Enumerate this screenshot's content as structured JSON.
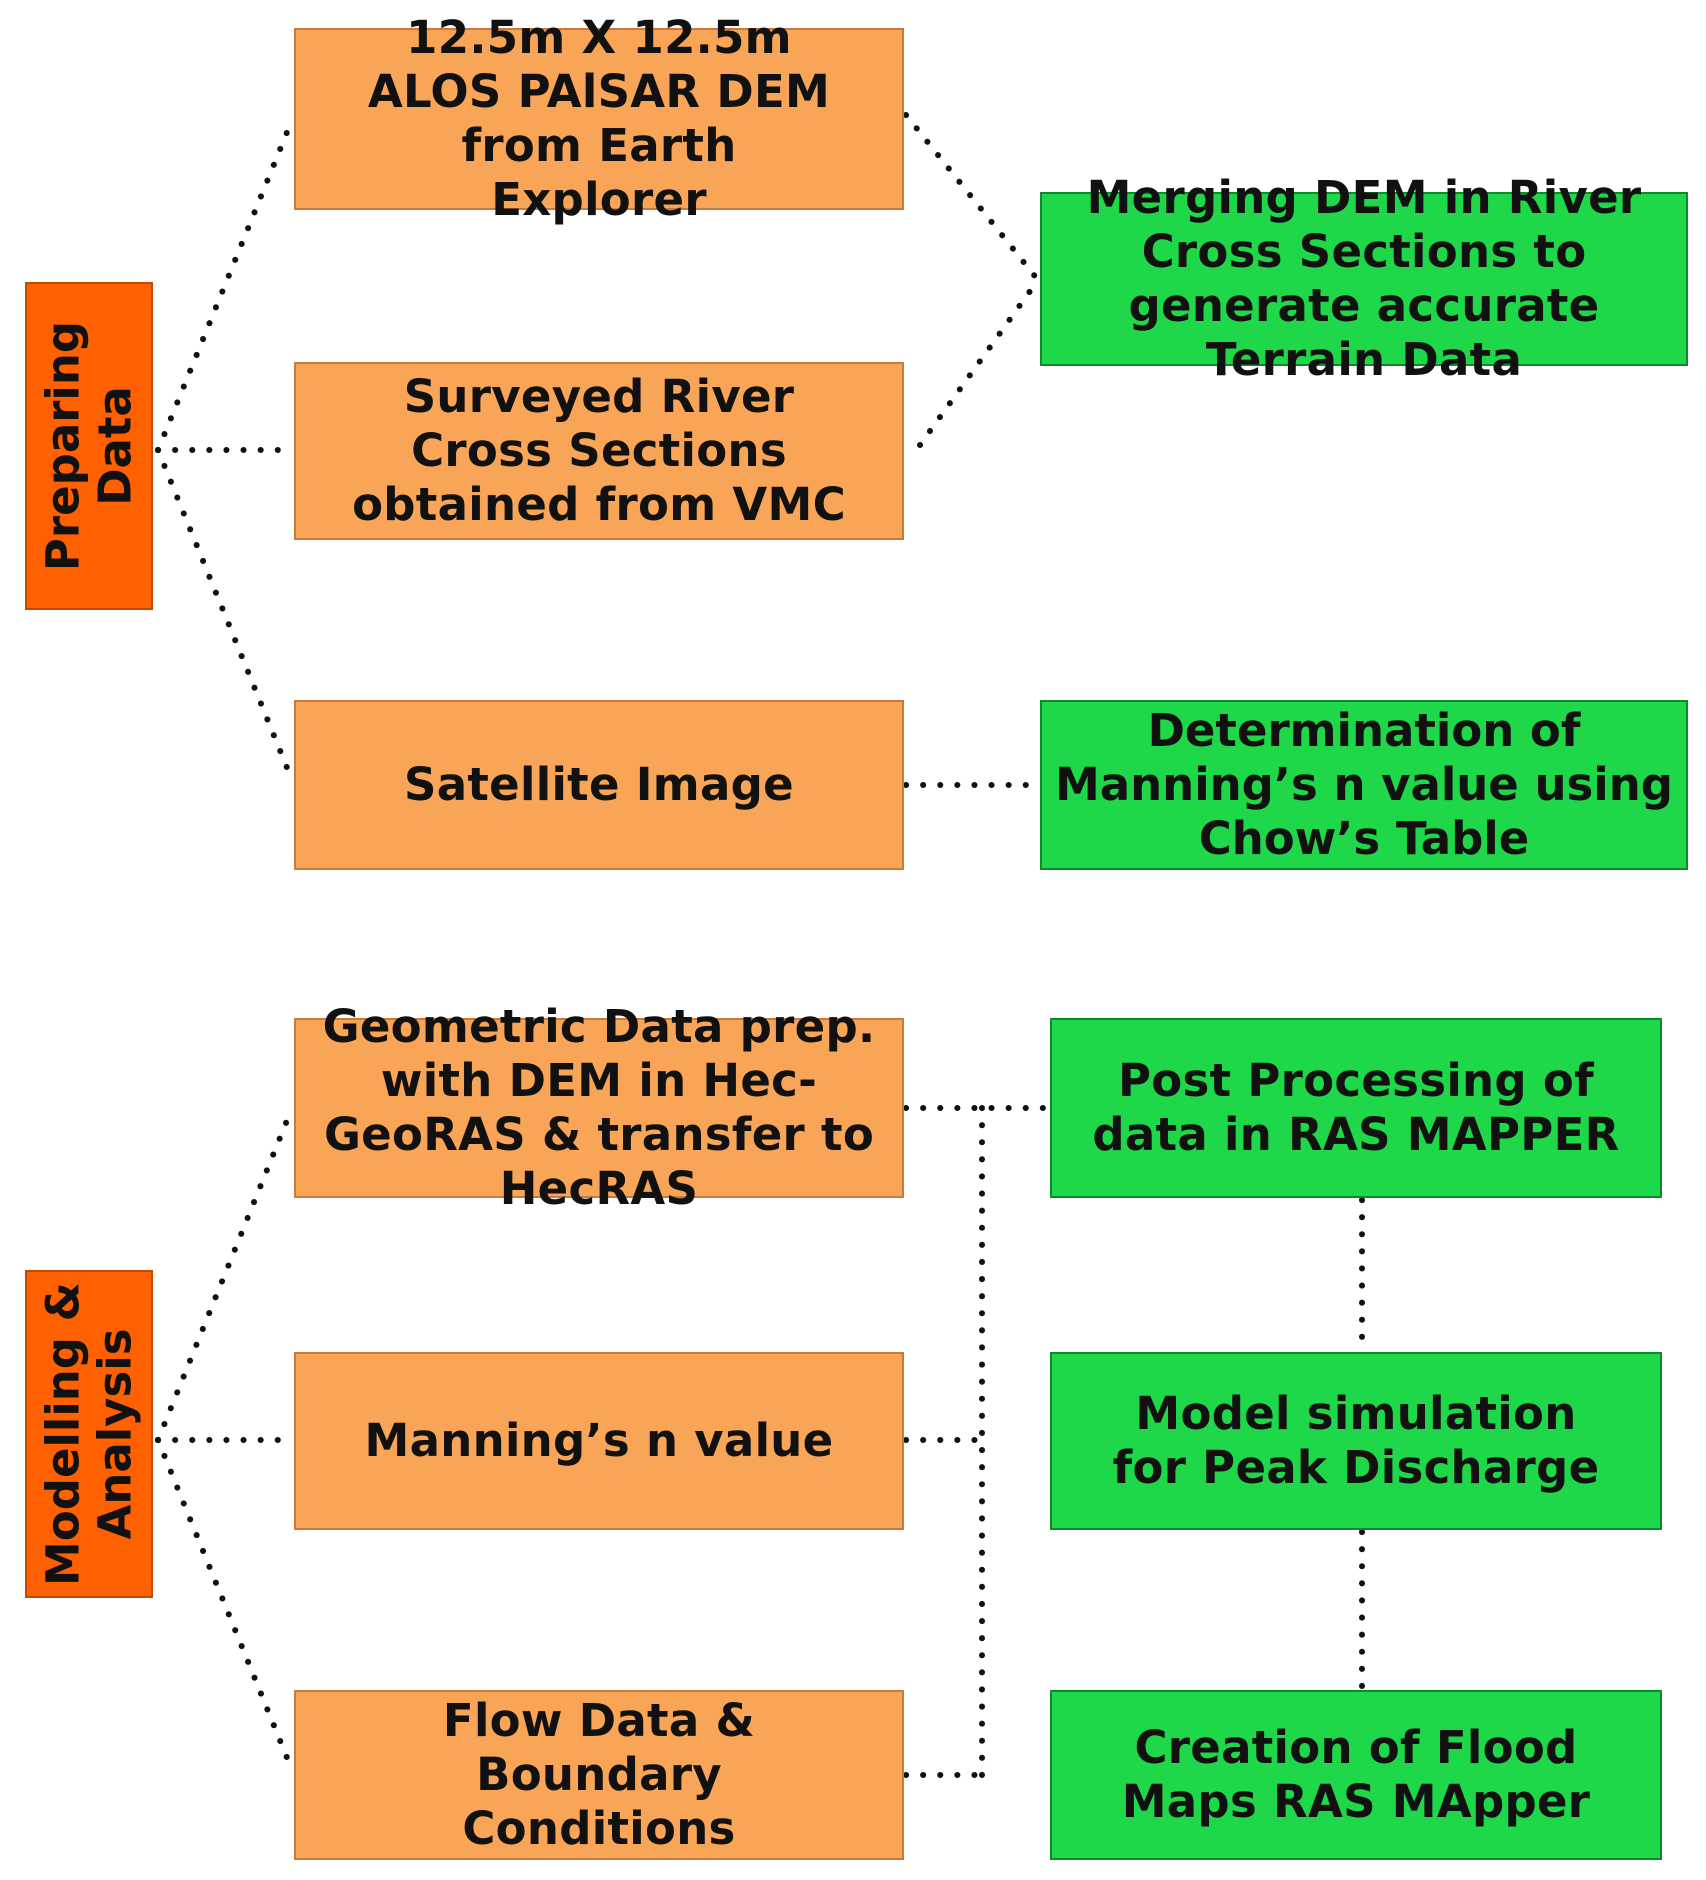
{
  "phases": {
    "preparing": {
      "line1": "Preparing",
      "line2": "Data"
    },
    "modelling": {
      "line1": "Modelling &",
      "line2": "Analysis"
    }
  },
  "inputs": {
    "dem": "12.5m X 12.5m ALOS PAlSAR DEM from Earth Explorer",
    "cross_sections": "Surveyed River Cross Sections obtained from VMC",
    "satellite": "Satellite Image",
    "geometric": "Geometric Data prep. with DEM in Hec-GeoRAS & transfer to HecRAS",
    "mannings": "Manning’s n value",
    "flow": "Flow Data & Boundary Conditions"
  },
  "outputs": {
    "merging": "Merging DEM in River Cross Sections to generate accurate Terrain Data",
    "determination": "Determination of Manning’s n value using Chow’s Table",
    "post_processing": "Post Processing of data in RAS MAPPER",
    "model_simulation": "Model simulation for Peak Discharge",
    "flood_maps": "Creation of Flood Maps RAS MApper"
  },
  "colors": {
    "phase": "#ff6000",
    "input": "#f9a557",
    "output": "#1fd84a",
    "connector": "#111111"
  }
}
